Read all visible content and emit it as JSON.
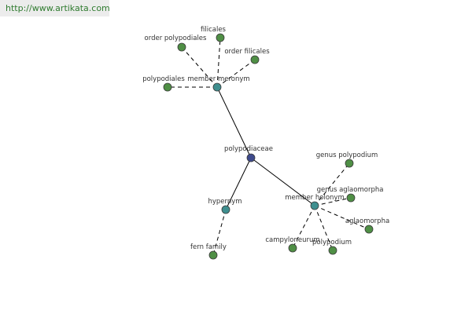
{
  "site_link": "http://www.artikata.com",
  "colors": {
    "root": "#3e4a8c",
    "relation": "#3f8f8f",
    "leaf": "#4f8f45",
    "link": "#2f7b2f",
    "banner": "#ececec"
  },
  "graph": {
    "root": {
      "label": "polypodiaceae"
    },
    "relations": [
      {
        "label": "member meronym",
        "edge_style": "solid",
        "children": [
          "filicales",
          "order polypodiales",
          "order filicales",
          "polypodiales"
        ]
      },
      {
        "label": "hypernym",
        "edge_style": "solid",
        "children": [
          "fern family"
        ]
      },
      {
        "label": "member holonym",
        "edge_style": "solid",
        "children": [
          "genus polypodium",
          "genus aglaomorpha",
          "aglaomorpha",
          "polypodium",
          "campyloneurum"
        ]
      }
    ]
  }
}
